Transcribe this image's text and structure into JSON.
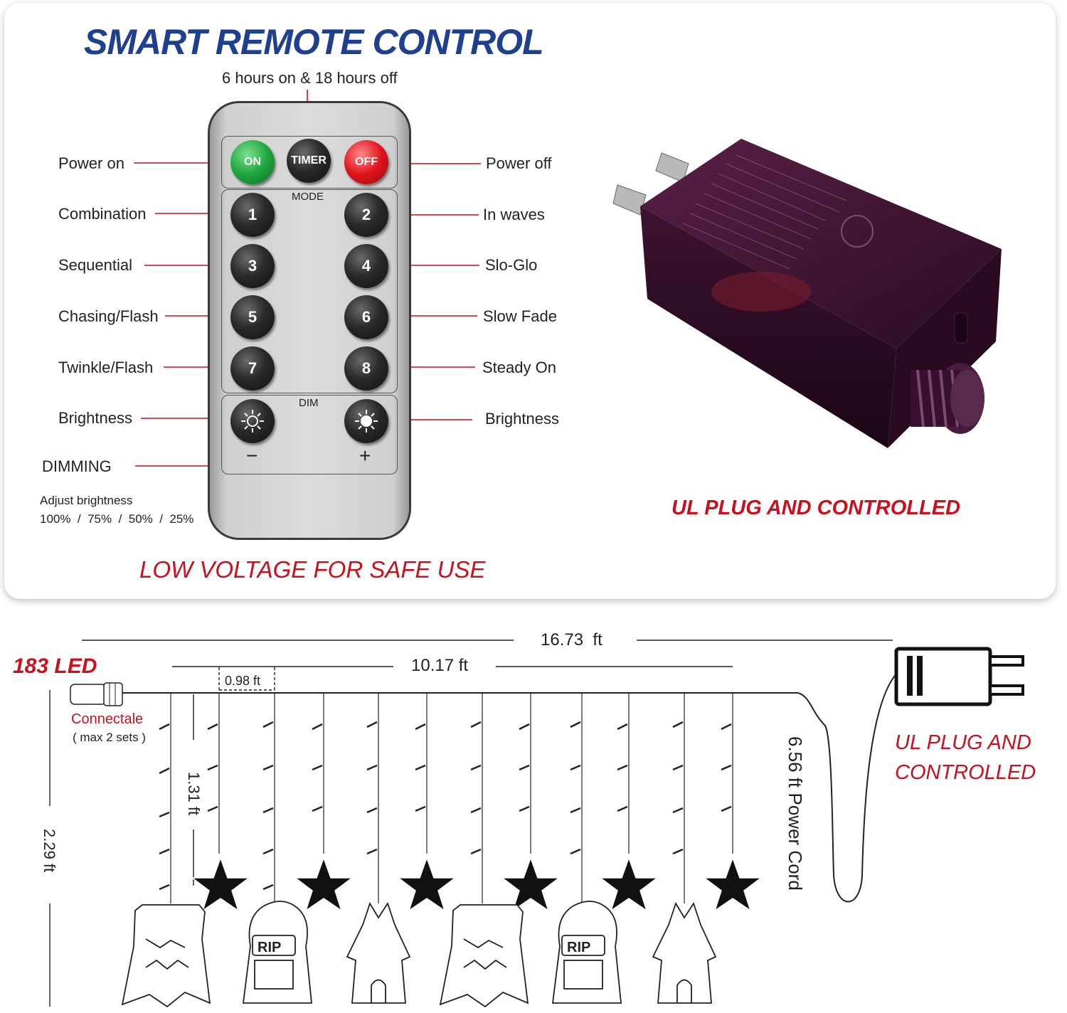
{
  "title": "SMART REMOTE CONTROL",
  "timer_note": "6 hours on & 18 hours off",
  "remote": {
    "on": "ON",
    "timer": "TIMER",
    "off": "OFF",
    "mode": "MODE",
    "dim": "DIM",
    "minus": "−",
    "plus": "+",
    "numbers": [
      "1",
      "2",
      "3",
      "4",
      "5",
      "6",
      "7",
      "8"
    ]
  },
  "labels_left": [
    "Power on",
    "Combination",
    "Sequential",
    "Chasing/Flash",
    "Twinkle/Flash",
    "Brightness"
  ],
  "labels_right": [
    "Power off",
    "In waves",
    "Slo-Glo",
    "Slow Fade",
    "Steady On",
    "Brightness"
  ],
  "dimming": "DIMMING",
  "adjust_brightness": "Adjust brightness",
  "brightness_levels": "100%  /  75%  /  50%  /  25%",
  "low_voltage": "LOW VOLTAGE FOR SAFE USE",
  "ul_plug": "UL PLUG AND CONTROLLED",
  "bottom": {
    "total_length": "16.73  ft",
    "led_count": "183 LED",
    "strand_length": "10.17 ft",
    "spacing": "0.98 ft",
    "connectable": "Connectale",
    "max_sets": "( max 2 sets )",
    "short_drop": "1.31 ft",
    "long_drop": "2.29 ft",
    "power_cord": "6.56 ft Power Cord",
    "ul_line1": "UL PLUG AND",
    "ul_line2": "CONTROLLED"
  },
  "colors": {
    "title_blue": "#1f3f8f",
    "accent_red": "#c8101e",
    "leader_red": "#c8101e",
    "adapter_purple": "#3a1230"
  },
  "icons": [
    "star-icon",
    "ghost-icon",
    "tombstone-icon",
    "haunted-house-icon",
    "ul-plug-icon",
    "connector-icon",
    "sun-icon"
  ]
}
